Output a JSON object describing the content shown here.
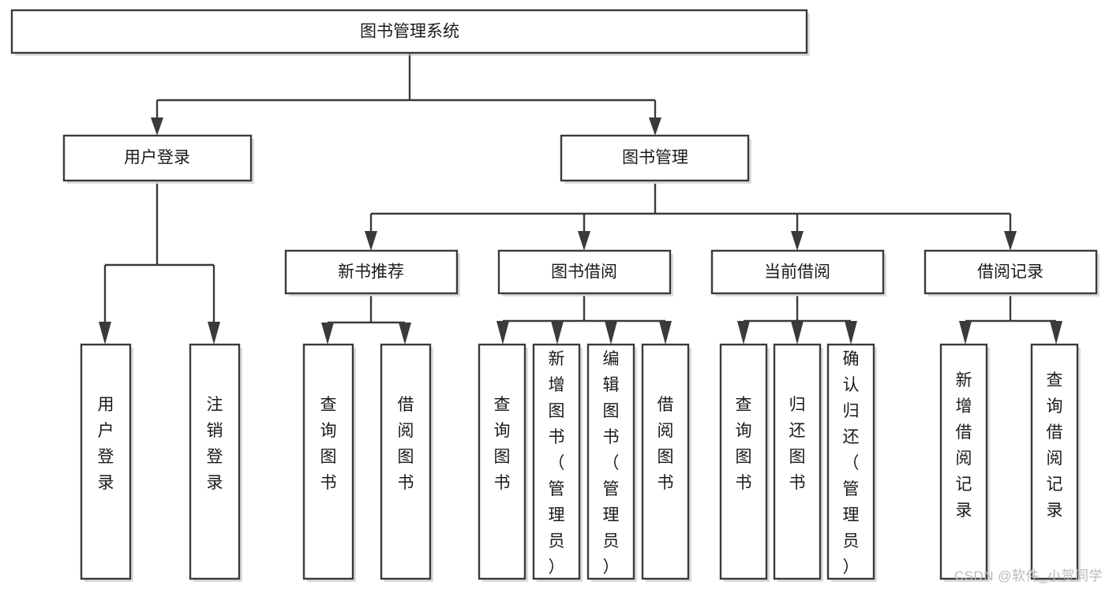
{
  "diagram": {
    "title": "图书管理系统",
    "type": "tree-hierarchy-chart",
    "watermark": "CSDN @软件_小贺同学",
    "colors": {
      "background": "#ffffff",
      "stroke": "#3a3a3a",
      "box_fill": "#ffffff",
      "text": "#1a1a1a",
      "watermark": "#b9b9b9"
    },
    "root": {
      "label": "图书管理系统"
    },
    "level1": [
      {
        "label": "用户登录"
      },
      {
        "label": "图书管理"
      }
    ],
    "level2": [
      {
        "label": "新书推荐"
      },
      {
        "label": "图书借阅"
      },
      {
        "label": "当前借阅"
      },
      {
        "label": "借阅记录"
      }
    ],
    "leaves": {
      "user_login": [
        {
          "label": "用户登录"
        },
        {
          "label": "注销登录"
        }
      ],
      "new_book": [
        {
          "label": "查询图书"
        },
        {
          "label": "借阅图书"
        }
      ],
      "book_borrow": [
        {
          "label": "查询图书"
        },
        {
          "label": "新增图书（管理员）"
        },
        {
          "label": "编辑图书（管理员）"
        },
        {
          "label": "借阅图书"
        }
      ],
      "current_borrow": [
        {
          "label": "查询图书"
        },
        {
          "label": "归还图书"
        },
        {
          "label": "确认归还（管理员）"
        }
      ],
      "borrow_record": [
        {
          "label": "新增借阅记录"
        },
        {
          "label": "查询借阅记录"
        }
      ]
    }
  }
}
